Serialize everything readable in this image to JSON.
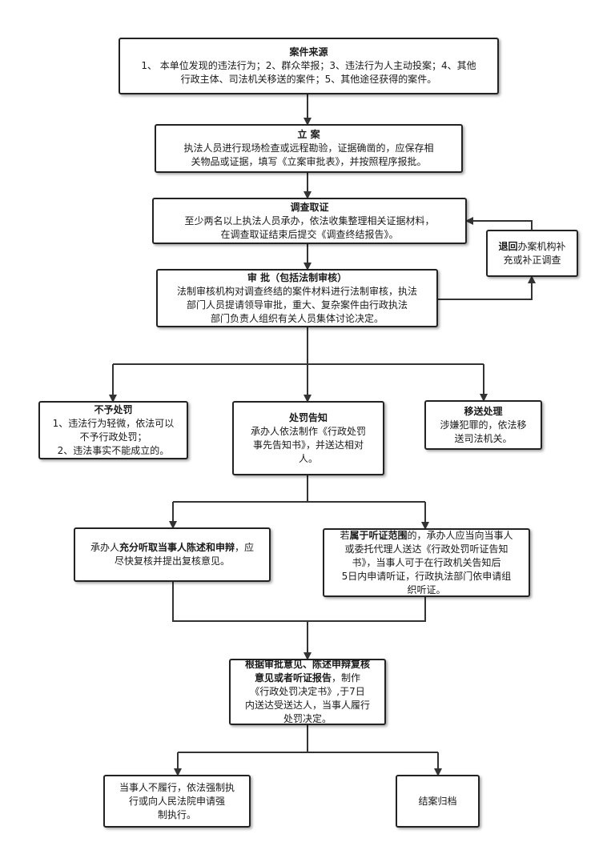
{
  "nodes": {
    "source": {
      "title": "案件来源",
      "lines": [
        "1、 本单位发现的违法行为；2、群众举报；3、违法行为人主动投案；4、其他",
        "行政主体、司法机关移送的案件；5、其他途径获得的案件。"
      ]
    },
    "filing": {
      "title": "立 案",
      "lines": [
        "执法人员进行现场检查或远程勘验，证据确凿的，应保存相",
        "关物品或证据，填写《立案审批表》，并按照程序报批。"
      ]
    },
    "investigation": {
      "title": "调查取证",
      "lines": [
        "至少两名以上执法人员承办，依法收集整理相关证据材料，",
        "在调查取证结束后提交《调查终结报告》。"
      ]
    },
    "return": {
      "bold": "退回",
      "text1": "办案机构补",
      "text2": "充或补正调查"
    },
    "approval": {
      "title": "审 批（包括法制审核）",
      "lines": [
        "法制审核机构对调查终结的案件材料进行法制审核，执法",
        "部门人员提请领导审批，重大、复杂案件由行政执法",
        "部门负责人组织有关人员集体讨论决定。"
      ]
    },
    "no_penalty": {
      "title": "不予处罚",
      "lines": [
        "1、违法行为轻微，依法可以",
        "不予行政处罚；",
        "2、违法事实不能成立的。"
      ]
    },
    "penalty_notice": {
      "title": "处罚告知",
      "lines": [
        "承办人依法制作《行政处罚",
        "事先告知书》，并送达相对",
        "人。"
      ]
    },
    "transfer": {
      "title": "移送处理",
      "lines": [
        "涉嫌犯罪的，依法移",
        "送司法机关。"
      ]
    },
    "hearing_statement": {
      "pre": "承办人",
      "bold": "充分听取当事人陈述和申辩",
      "post": "，应",
      "line2": "尽快复核并提出复核意见。"
    },
    "hearing_scope": {
      "pre": "若",
      "bold": "属于听证范围",
      "post": "的，承办人应当向当事人",
      "lines": [
        "或委托代理人送达《行政处罚听证告知",
        "书》，当事人可于在行政机关告知后",
        "5日内申请听证，行政执法部门依申请组",
        "织听证。"
      ]
    },
    "decision": {
      "bold1": "根据审批意见、陈述申辩复核",
      "bold2": "意见或者听证报告",
      "post2": "，制作",
      "lines": [
        "《行政处罚决定书》,于7日",
        "内送达受送达人，当事人履行",
        "处罚决定。"
      ]
    },
    "enforcement": {
      "lines": [
        "当事人不履行，依法强制执",
        "行或向人民法院申请强",
        "制执行。"
      ]
    },
    "closing": {
      "text": "结案归档"
    }
  },
  "colors": {
    "border": "#222222",
    "line": "#333333",
    "background": "#ffffff"
  }
}
